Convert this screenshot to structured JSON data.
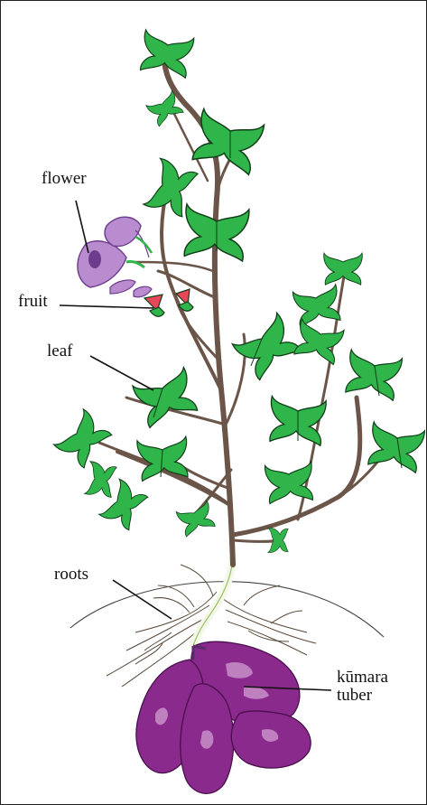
{
  "labels": {
    "flower": "flower",
    "fruit": "fruit",
    "leaf": "leaf",
    "roots": "roots",
    "tuber_line1": "kūmara",
    "tuber_line2": "tuber"
  },
  "colors": {
    "leaf_fill": "#2fb54a",
    "leaf_stroke": "#0f3d17",
    "stem": "#6b5548",
    "flower_fill": "#b98cd0",
    "flower_dark": "#6e3c8c",
    "fruit_fill": "#e8475a",
    "tuber_fill": "#8a2a8c",
    "tuber_highlight": "#c98fc9",
    "root_line": "#5a4a3a"
  }
}
